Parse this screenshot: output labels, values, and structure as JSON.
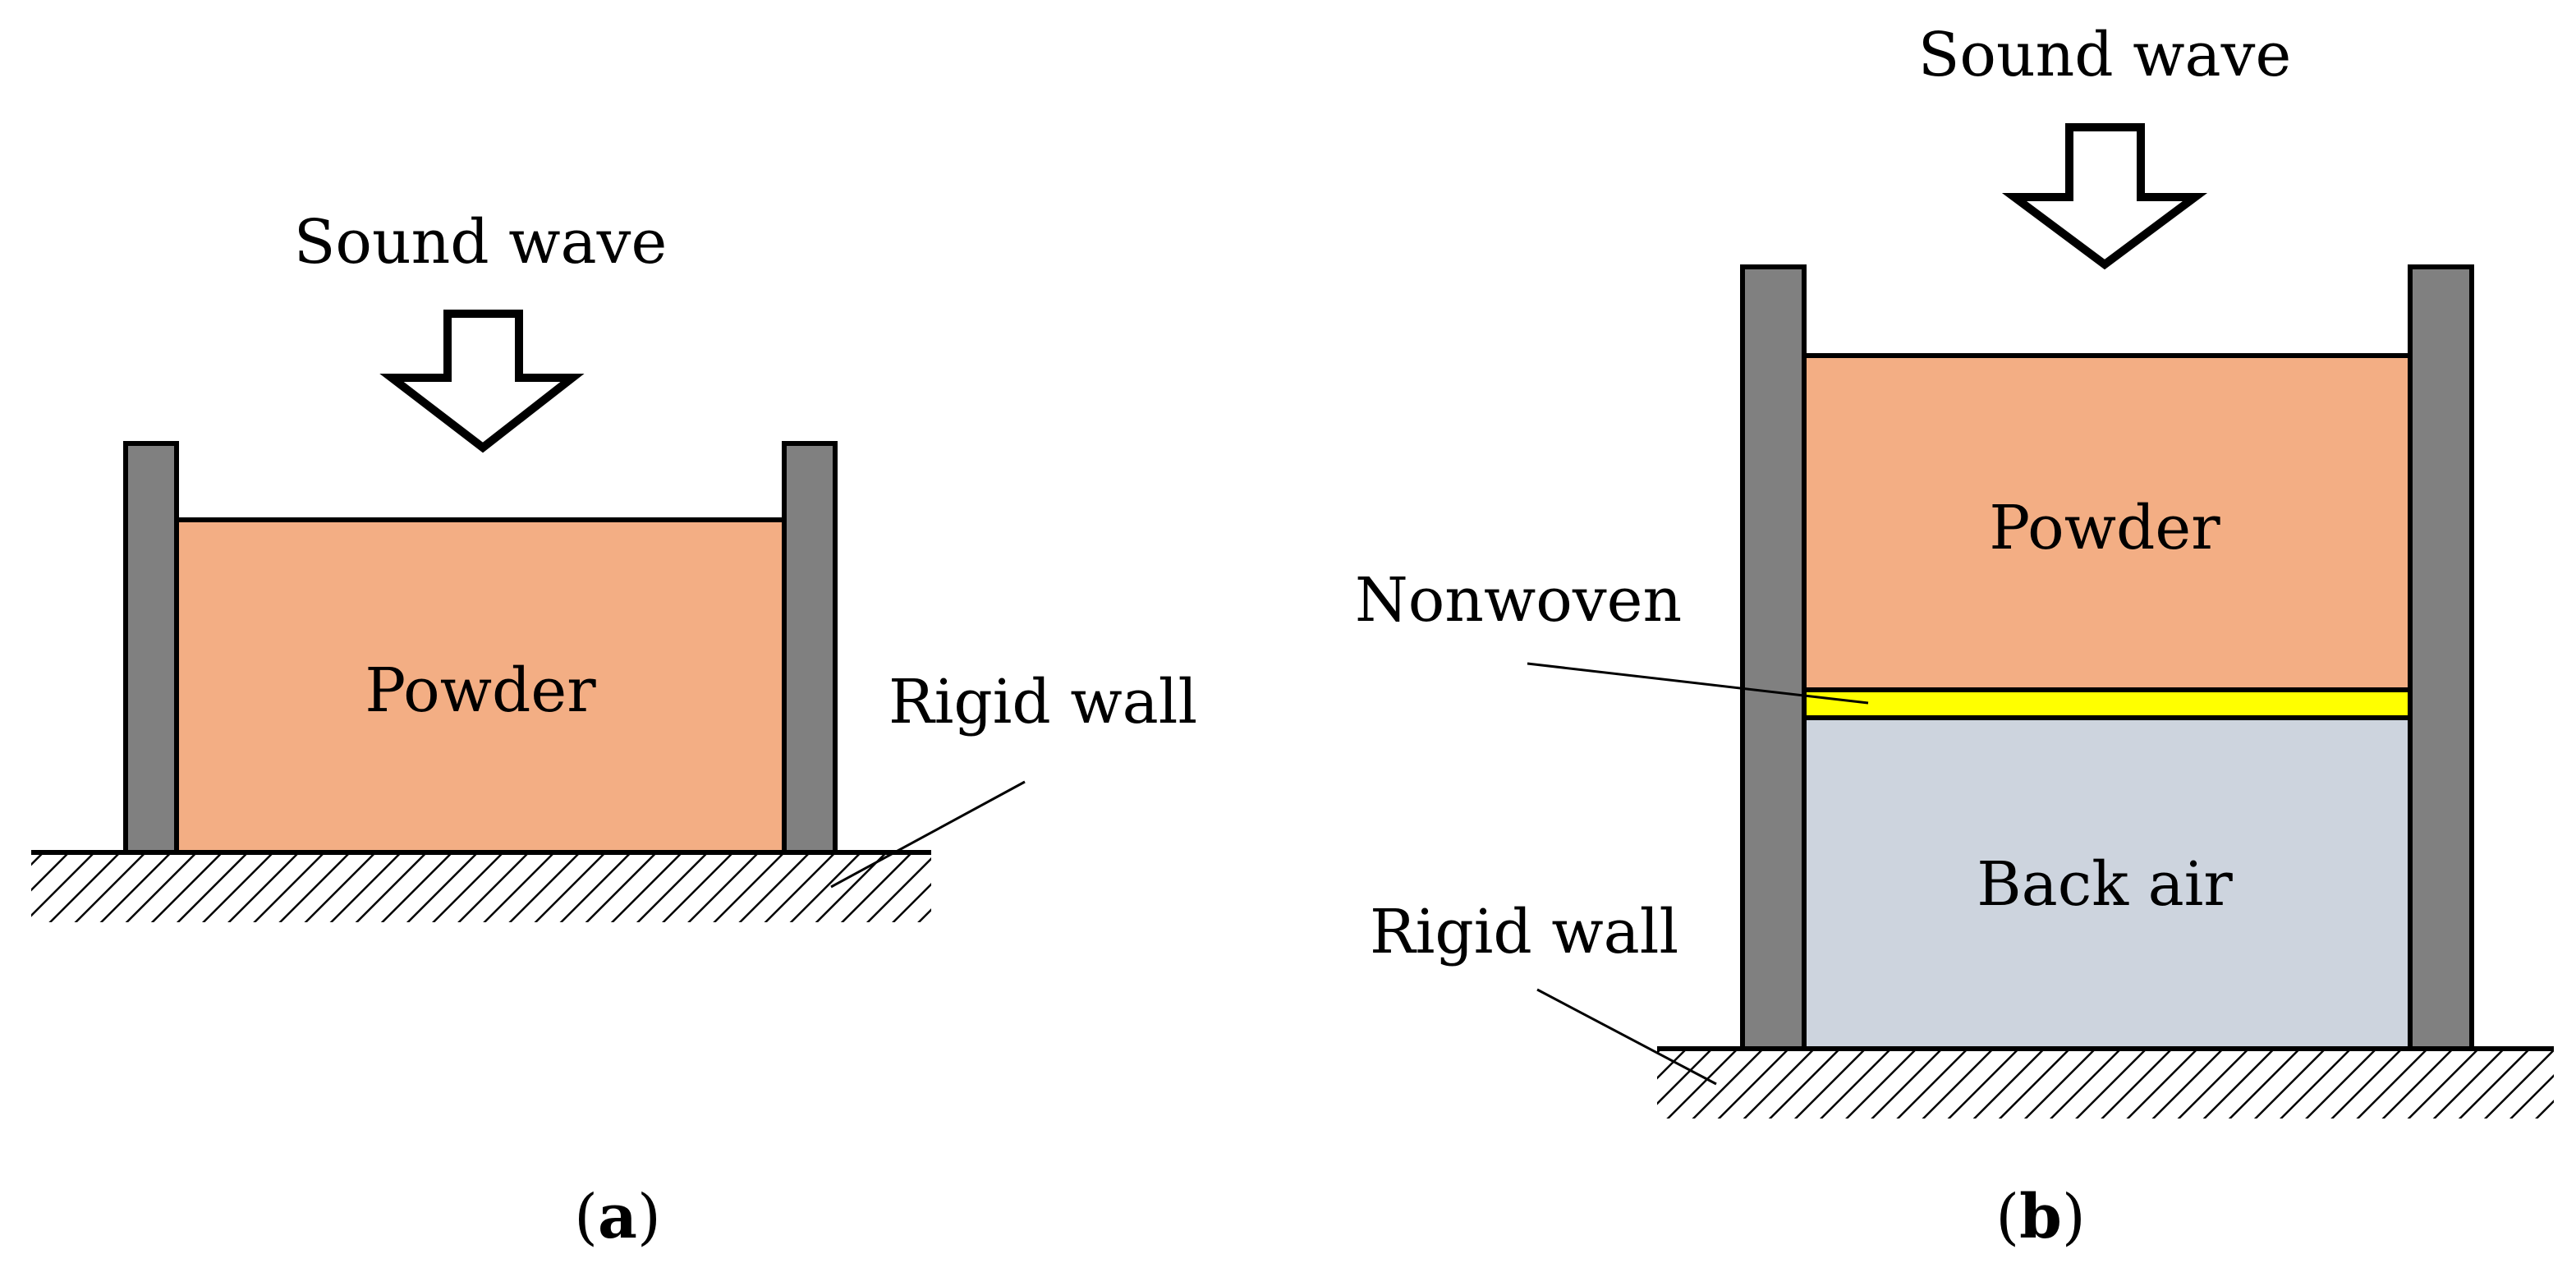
{
  "colors": {
    "powder": "#f3ae84",
    "side_wall": "#808080",
    "nonwoven": "#ffff00",
    "back_air": "#cdd4de",
    "outline": "#000000",
    "ground_hatch": "#000000"
  },
  "panel_a": {
    "sound_wave_label": "Sound wave",
    "powder_label": "Powder",
    "rigid_wall_label": "Rigid wall",
    "caption_open": "(",
    "caption_letter": "a",
    "caption_close": ")"
  },
  "panel_b": {
    "sound_wave_label": "Sound wave",
    "powder_label": "Powder",
    "nonwoven_label": "Nonwoven",
    "back_air_label": "Back air",
    "rigid_wall_label": "Rigid wall",
    "caption_open": "(",
    "caption_letter": "b",
    "caption_close": ")"
  },
  "icons": {
    "arrow_a": "down-arrow-icon",
    "arrow_b": "down-arrow-icon"
  }
}
